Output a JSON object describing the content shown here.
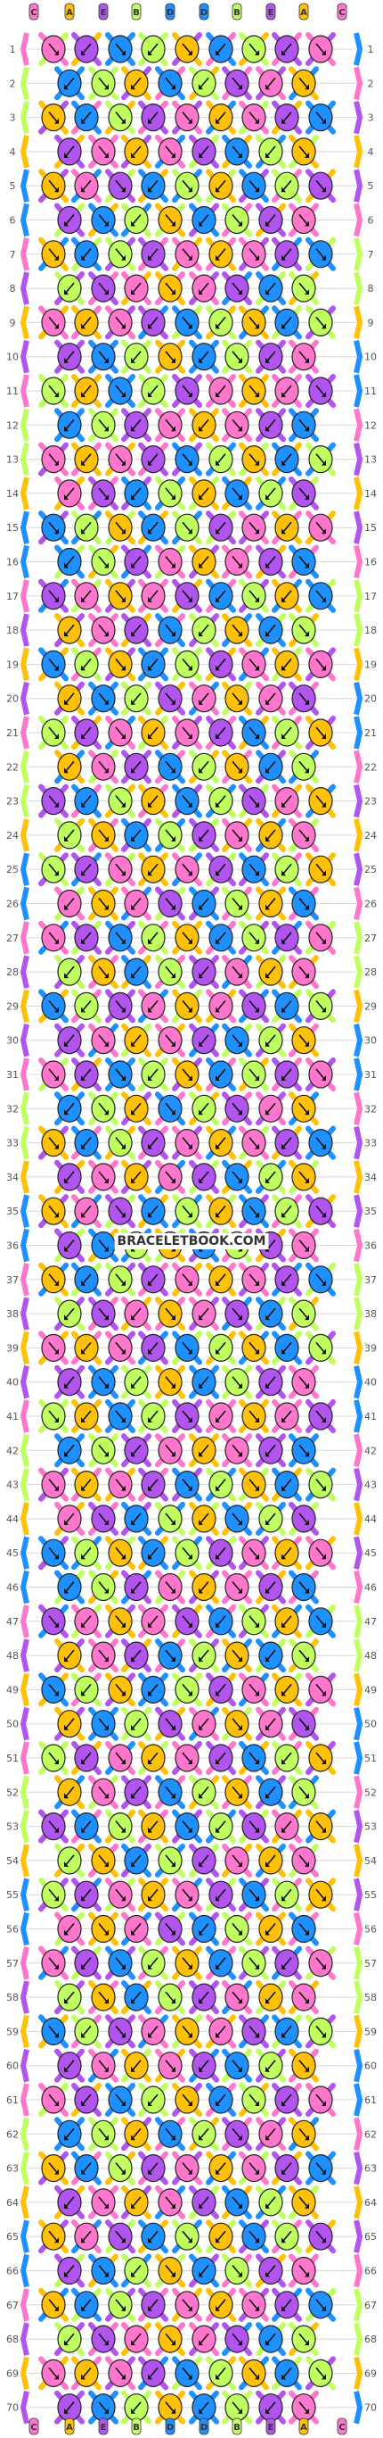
{
  "watermark": "BRACELETBOOK.COM",
  "strand_labels": [
    "C",
    "A",
    "E",
    "B",
    "D",
    "D",
    "B",
    "E",
    "A",
    "C"
  ],
  "row_labels": [
    "1",
    "2",
    "3",
    "4",
    "5",
    "6",
    "7",
    "8",
    "9",
    "10",
    "11",
    "12",
    "13",
    "14",
    "15",
    "16",
    "17",
    "18",
    "19",
    "20",
    "21",
    "22",
    "23",
    "24",
    "25",
    "26",
    "27",
    "28",
    "29",
    "30",
    "31",
    "32",
    "33",
    "34",
    "35",
    "36",
    "37",
    "38",
    "39",
    "40",
    "41",
    "42",
    "43",
    "44",
    "45",
    "46",
    "47",
    "48",
    "49",
    "50",
    "51",
    "52",
    "53",
    "54",
    "55",
    "56",
    "57",
    "58",
    "59",
    "60",
    "61",
    "62",
    "63",
    "64",
    "65",
    "66",
    "67",
    "68",
    "69",
    "70"
  ],
  "colors": {
    "A": "#ffc107",
    "B": "#bfff60",
    "C": "#ff77cc",
    "D": "#1e90ff",
    "E": "#b155ee"
  },
  "knot_icons": [
    "arrow-down-left-icon",
    "arrow-down-right-icon"
  ]
}
